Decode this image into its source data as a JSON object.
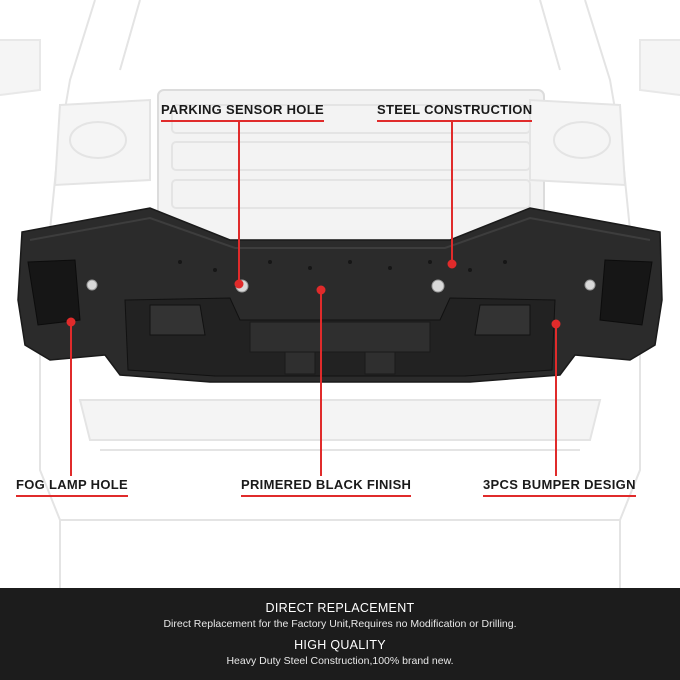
{
  "callouts": {
    "parking_sensor_hole": "PARKING SENSOR HOLE",
    "steel_construction": "STEEL CONSTRUCTION",
    "fog_lamp_hole": "FOG LAMP HOLE",
    "primered_black_finish": "PRIMERED BLACK FINISH",
    "three_pcs_bumper_design": "3PCS BUMPER DESIGN"
  },
  "footer": {
    "feature_1_title": "DIRECT REPLACEMENT",
    "feature_1_desc": "Direct Replacement for the Factory Unit,Requires no Modification or Drilling.",
    "feature_2_title": "HIGH QUALITY",
    "feature_2_desc": "Heavy Duty Steel Construction,100% brand new."
  },
  "colors": {
    "accent": "#e02b2b",
    "footer_bg": "#1c1c1c",
    "bumper": "#2b2b2b"
  }
}
